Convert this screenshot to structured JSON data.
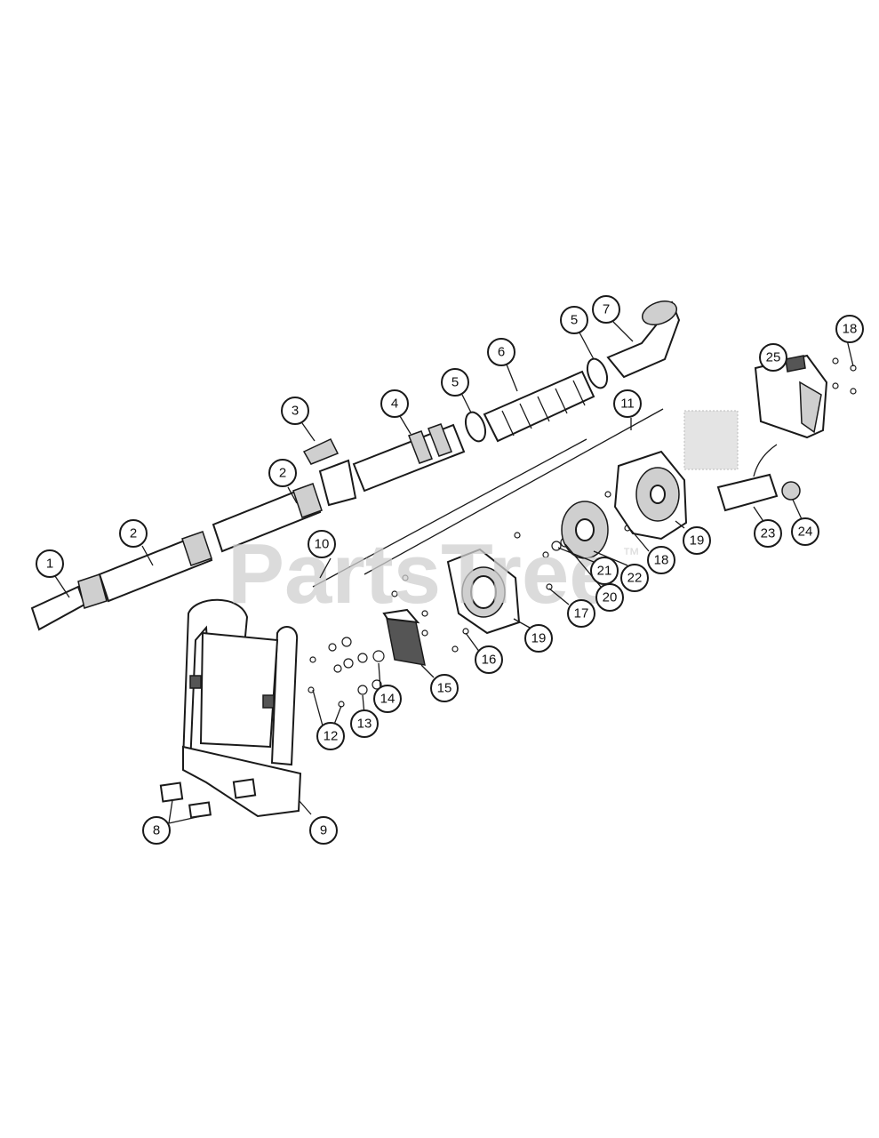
{
  "watermark": {
    "text": "PartsTree",
    "trademark": "™"
  },
  "callouts": [
    "1",
    "2",
    "2",
    "3",
    "4",
    "5",
    "5",
    "6",
    "7",
    "8",
    "9",
    "10",
    "11",
    "12",
    "13",
    "14",
    "15",
    "16",
    "17",
    "18",
    "18",
    "19",
    "19",
    "20",
    "21",
    "22",
    "23",
    "24",
    "25"
  ]
}
